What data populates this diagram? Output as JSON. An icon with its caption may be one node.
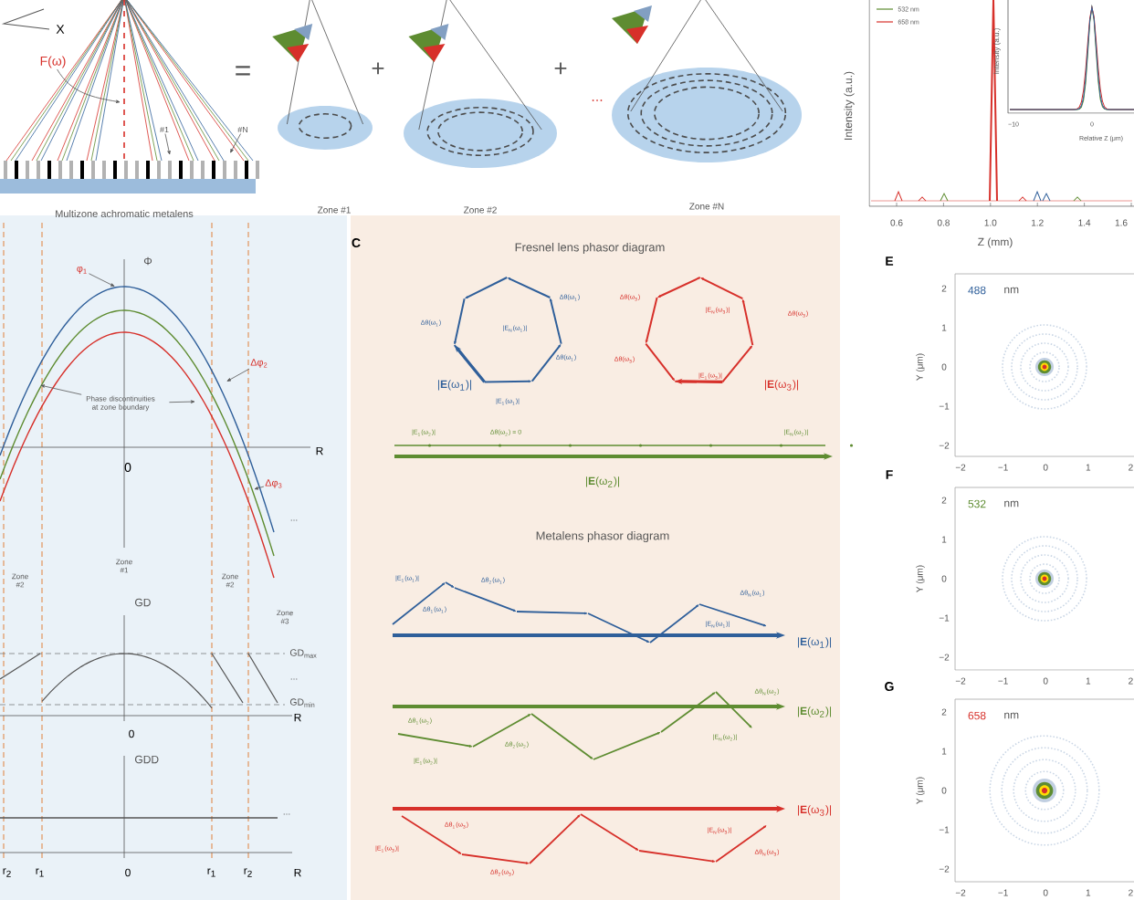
{
  "diagram": {
    "nodes": [
      {
        "text": [
          "F(ω)"
        ]
      },
      {
        "text": [
          "#1"
        ]
      },
      {
        "text": [
          "#N"
        ]
      },
      {
        "text": [
          "φ$_{1}$"
        ]
      },
      {
        "text": [
          "Δφ$_{2}$"
        ]
      },
      {
        "text": [
          "Δφ$_{3}$"
        ]
      },
      {
        "text": [
          "Phase discontinuities at zone boundary"
        ]
      }
    ],
    "edges": [
      {
        "from": 0,
        "to": null,
        "arrow": "to"
      },
      {
        "from": 1,
        "to": null,
        "arrow": "to"
      },
      {
        "from": 2,
        "to": null,
        "arrow": "to"
      },
      {
        "from": 3,
        "to": null,
        "arrow": "to"
      },
      {
        "from": 4,
        "to": null,
        "arrow": "to"
      },
      {
        "from": 5,
        "to": null,
        "arrow": "to"
      },
      {
        "from": 6,
        "to": null,
        "arrow": "to"
      },
      {
        "from": 6,
        "to": null,
        "arrow": "to"
      }
    ],
    "labels": [
      "X",
      "=",
      "+",
      "+",
      "...",
      "Multizone achromatic metalens",
      "Zone #1",
      "Zone #2",
      "Zone #N",
      "Intensity (a.u.)",
      "Intensity (a.u.)",
      "−10",
      "0",
      "Relative Z (μm)",
      "0.6",
      "0.8",
      "1.0",
      "1.2",
      "1.4",
      "1.6",
      "Z (mm)",
      "Φ",
      "0",
      "R",
      "...",
      "Zone #2",
      "Zone #1",
      "Zone #2",
      "Zone #3",
      "GD",
      "GD$_{max}$",
      "...",
      "GD$_{min}$",
      "0",
      "R",
      "GDD",
      "...",
      "r$_{2}$",
      "r$_{1}$",
      "0",
      "r$_{1}$",
      "r$_{2}$",
      "R",
      "C",
      "Fresnel lens phasor diagram",
      "Δθ(ω$_{1}$)",
      "|E$_{N}$(ω$_{1}$)|",
      "Δθ(ω$_{1}$)",
      "|**E**(ω$_{1}$)|",
      "Δθ(ω$_{1}$)",
      "|E$_{1}$(ω$_{1}$)|",
      "Δθ(ω$_{3}$)",
      "|E$_{N}$(ω$_{3}$)|",
      "Δθ(ω$_{3}$)",
      "Δθ(ω$_{3}$)",
      "|E$_{1}$(ω$_{3}$)|",
      "|**E**(ω$_{3}$)|",
      "|E$_{1}$(ω$_{2}$)|",
      "Δθ(ω$_{2}$) = 0",
      "|E$_{N}$(ω$_{2}$)|",
      "|**E**(ω$_{2}$)|",
      "Metalens phasor diagram",
      "|E$_{1}$(ω$_{1}$)|",
      "Δθ$_{2}$(ω$_{1}$)",
      "Δθ$_{1}$(ω$_{1}$)",
      "Δθ$_{N}$(ω$_{1}$)",
      "|E$_{N}$(ω$_{1}$)|",
      "|**E**(ω$_{1}$)|",
      "Δθ$_{1}$(ω$_{2}$)",
      "|E$_{1}$(ω$_{2}$)|",
      "Δθ$_{2}$(ω$_{2}$)",
      "Δθ$_{N}$(ω$_{2}$)",
      "|E$_{N}$(ω$_{2}$)|",
      "|**E**(ω$_{2}$)|",
      "Δθ$_{1}$(ω$_{3}$)",
      "|E$_{1}$(ω$_{3}$)|",
      "Δθ$_{2}$(ω$_{3}$)",
      "|E$_{N}$(ω$_{3}$)|",
      "Δθ$_{N}$(ω$_{3}$)",
      "|**E**(ω$_{3}$)|",
      "E",
      "2",
      "488",
      "nm",
      "Y (μm)",
      "1",
      "0",
      "−1",
      "−2",
      "−2",
      "−1",
      "0",
      "1",
      "2",
      "F",
      "2",
      "532",
      "nm",
      "Y (μm)",
      "1",
      "0",
      "−1",
      "−2",
      "−2",
      "−1",
      "0",
      "1",
      "2",
      "G",
      "2",
      "658",
      "nm",
      "Y (μm)",
      "1",
      "0",
      "−1",
      "−2",
      "−2",
      "−1",
      "0",
      "1",
      "2"
    ],
    "legend": [
      {
        "text": "532 nm"
      },
      {
        "text": "658 nm"
      }
    ]
  }
}
